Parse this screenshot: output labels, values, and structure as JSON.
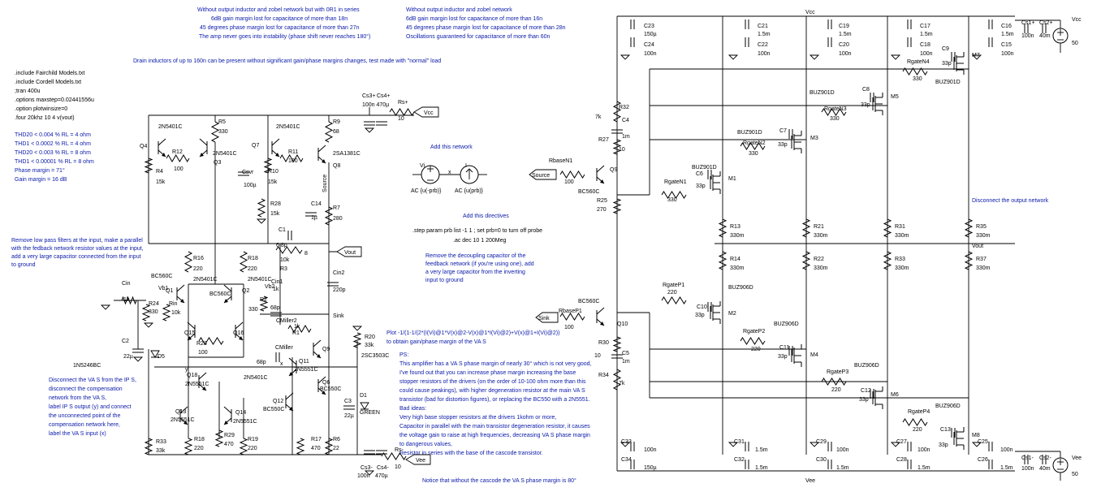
{
  "notes": {
    "top_mid": [
      "Without output inductor and zobel network but with 0R1 in series",
      "6dB gain margin lost for capacitance of more than 18n",
      "45 degrees phase margin lost for capacitance of more than 27n",
      "The amp never goes into instability (phase shift never reaches 180°)"
    ],
    "top_right": [
      "Without output inductor and zobel network",
      "6dB gain margin lost for capacitance of more than 16n",
      "45 degrees phase margin lost for capacitance of more than 28n",
      "Oscillations guaranteed for capacitance of more than 60n"
    ],
    "drain": "Drain inductors of up to 160n can be present without significant gain/phase margins changes, test made with \"normal\" load",
    "directives": [
      ".include Fairchild Models.txt",
      ".include Cordell Models.txt",
      ";tran 400u",
      ".options maxstep=0.02441556u",
      ".option plotwinsize=0",
      ".four 20khz 10 4 v(vout)"
    ],
    "thd": [
      "THD20 < 0.004 % RL = 4 ohm",
      "THD1 < 0.0002 % RL = 4 ohm",
      "THD20 < 0.003 % RL = 8 ohm",
      "THD1 < 0.00001 % RL = 8 ohm",
      "Phase margin = 71°",
      "Gain margin = 16 dB"
    ],
    "left_mid": [
      "Remove low pass filters at the input, make a parallel",
      "with the fedback network resistor values at the input,",
      "add a very large capacitor connected from the input",
      "to ground"
    ],
    "left_low": [
      "Disconnect the VA S from the IP S,",
      "disconnect the compensation",
      "network from the VA S,",
      "label IP S output (y) and connect",
      "the unconnected point of the",
      "compensation network here,",
      "label the VA S input (x)"
    ],
    "add_network": "Add this network",
    "add_directives": "Add this directives",
    "step": ".step param prb list -1 1 ; set prb=0 to turn off probe",
    "ac": ".ac dec 10 1 200Meg",
    "decoupling": [
      "Remove the decoupling capacitor of the",
      "feedback network (if you're using one), add",
      "a very large capacitor from the inverting",
      "input to ground"
    ],
    "plot": "Plot -1/(1-1/(2*(I(Vi)@1*V(x)@2-V(x)@1*I(Vi)@2)+V(x)@1+I(Vi)@2))",
    "plot2": "to obtain gain/phase margin of the VA S",
    "ps": [
      "PS:",
      "This amplifier has a VA S phase margin of nearly 30° which is not very good,",
      "I've found out that you can increase phase margin increasing the base",
      "stopper resistors of the drivers (on the order of 10-100 ohm more than this",
      "could cause peakings), with higher degeneration resistor at the main VA S",
      "transistor (bad for distortion figures), or replacing the BC550 with a 2N5551.",
      "Bad ideas:",
      "Very high base stopper resistors at the drivers 1kohm or more,",
      "Capacitor in parallel with the main transistor degeneration resistor, it causes",
      "the voltage gain to raise at high frequencies, decreasing VA S phase margin",
      "to dangerous values,",
      "Resistor in series with the base of the cascode transistor."
    ],
    "disconnect_out": "Disconnect the output network",
    "bottom": "Notice that without the cascode the VA S phase margin is 80°"
  },
  "labels": {
    "vcc": "Vcc",
    "vee": "Vee",
    "vout": "Vout",
    "source": "Source",
    "sink": "Sink",
    "y": "y",
    "x": "x",
    "ac_vi": "AC {u(-prb)}",
    "ac_i": "AC {u(prb)}",
    "vi": "Vi",
    "i": "I",
    "v_five": "50",
    "q4": "Q4",
    "q4t": "2N5401C",
    "r12": "R12",
    "r12v": "100",
    "q3": "Q3",
    "q3t": "2N5401C",
    "r4": "R4",
    "r4v": "15k",
    "r5": "R5",
    "r5v": "330",
    "q7": "Q7",
    "q7t": "2N5401C",
    "r11": "R11",
    "r11v": "100",
    "r10": "R10",
    "r10v": "15k",
    "r9": "R9",
    "r9v": "68",
    "q8": "Q8",
    "q8t": "2SA1381C",
    "csvr": "Csvr",
    "csvrv": "100µ",
    "r28": "R28",
    "r28v": "15k",
    "c14": "C14",
    "c14v": "1µ",
    "r7": "R7",
    "r7v": "280",
    "src_lbl": "Source",
    "cs3": "Cs3+",
    "cs4": "Cs4+",
    "cs34v": "100n 470µ",
    "rsp": "Rs+",
    "rspv": "10",
    "c1": "C1",
    "c1v": "6.8p",
    "r3": "R3",
    "r3v": "10k",
    "r3b": "8",
    "r16": "R16",
    "r16v": "220",
    "q1t": "2N5401C",
    "r18b": "R18",
    "r18bv": "220",
    "q2t": "2N5401C",
    "bc1": "BC560C",
    "bc2": "BC560C",
    "cin": "Cin",
    "cinv": "1k",
    "vb1": "Vb1",
    "q1": "Q1",
    "r24": "R24",
    "r24v": "330",
    "rin": "Rin",
    "rinv": "10k",
    "q2": "Q2",
    "vb2": "Vb2",
    "cin1": "Cin1",
    "cin1v": "1k",
    "r2": "R2",
    "r2v": "330",
    "c2p": "68p",
    "cin2": "Cin2",
    "cin2v": "220p",
    "sink_lbl": "Sink",
    "cmiller2": "CMiller2",
    "cm2v": "1k",
    "r1": "R1",
    "cmiller": "CMiller",
    "cmv": "68p",
    "r20": "R20",
    "r20v": "33k",
    "q15": "Q15",
    "q16": "Q16",
    "r23": "R23",
    "r23v": "100",
    "q11": "Q11",
    "q11t": "2N5551C",
    "q9b": "Q9",
    "q6": "Q6",
    "bc550": "BC550C",
    "t2sc": "2SC3503C",
    "c2": "C2",
    "c2v": "22µ",
    "d5": "D5",
    "d5t": "1N5246BC",
    "q18": "Q18",
    "q18t": "2N5551C",
    "q13": "Q13",
    "q13t": "2N5551C",
    "q14": "Q14",
    "q14t": "2N5551C",
    "q12": "Q12",
    "q12t": "BC550C",
    "q2n": "2N5401C",
    "c3": "C3",
    "c3v": "22µ",
    "d1": "D1",
    "d1t": "GREEN",
    "r33": "R33",
    "r33v": "33k",
    "r18": "R18",
    "r18v": "220",
    "r29": "R29",
    "r29v": "470",
    "r19": "R19",
    "r19v": "220",
    "r17": "R17",
    "r17v": "470",
    "r6": "R6",
    "r6v": "22",
    "cs3m": "Cs3-",
    "cs4m": "Cs4-",
    "cs3mv": "100n",
    "cs4mv": "470µ",
    "rsm": "Rs-",
    "rsmv": "10",
    "c23": "C23",
    "c23v": "150µ",
    "c24": "C24",
    "c24v": "100n",
    "c21": "C21",
    "c21v": "1.5m",
    "c22": "C22",
    "c22v": "100n",
    "c19": "C19",
    "c19v": "1.5m",
    "c20": "C20",
    "c20v": "100n",
    "c17": "C17",
    "c17v": "1.5m",
    "c18": "C18",
    "c18v": "100n",
    "c16": "C16",
    "c16v": "1.5m",
    "c15": "C15",
    "c15v": "100n",
    "cs1p": "Cs1+",
    "cs2p": "Cs2+",
    "cs1pv": "100n",
    "cs2pv": "40m",
    "vcc2": "Vcc",
    "vcc2v": "50",
    "r32": "R32",
    "r32v": "7k",
    "c4": "C4",
    "c4v": "1m",
    "r27": "R27",
    "r27v": "10",
    "rbn1": "RbaseN1",
    "rbn1v": "100",
    "q9": "Q9",
    "bc560": "BC560C",
    "r25": "R25",
    "r25v": "270",
    "rgn1": "RgateN1",
    "rgn1v": "330",
    "c6": "C6",
    "c6v": "33p",
    "m1": "M1",
    "m1t": "BUZ901D",
    "rgn2": "RgateN2",
    "rgn2v": "330",
    "c7": "C7",
    "c7v": "33p",
    "m3": "M3",
    "m3t": "BUZ901D",
    "rgn3": "RgateN3",
    "rgn3v": "330",
    "c8": "C8",
    "c8v": "33p",
    "m5": "M5",
    "m5t": "BUZ901D",
    "rgn4": "RgateN4",
    "rgn4v": "330",
    "c9": "C9",
    "c9v": "33p",
    "m7": "M7",
    "m7t": "BUZ901D",
    "r13": "R13",
    "r13v": "330m",
    "r21": "R21",
    "r21v": "330m",
    "r31": "R31",
    "r31v": "330m",
    "r35": "R35",
    "r35v": "330m",
    "r14": "R14",
    "r14v": "330m",
    "r22": "R22",
    "r22v": "330m",
    "r33b": "R33",
    "r33bv": "330m",
    "r37": "R37",
    "r37v": "330m",
    "vout2": "Vout",
    "bc560b": "BC560C",
    "rbp1": "RbaseP1",
    "rbp1v": "100",
    "q10": "Q10",
    "r30": "R30",
    "r30v": "10",
    "c5": "C5",
    "c5v": "1m",
    "r34": "R34",
    "r34v": "7k",
    "r10b": "10",
    "rgp1": "RgateP1",
    "rgp1v": "220",
    "c10": "C10",
    "c10v": "33p",
    "m2": "M2",
    "m2t": "BUZ906D",
    "rgp2": "RgateP2",
    "rgp2v": "220",
    "c11": "C11",
    "c11v": "33p",
    "m4": "M4",
    "m4t": "BUZ906D",
    "rgp3": "RgateP3",
    "rgp3v": "220",
    "c12": "C12",
    "c12v": "33p",
    "m6": "M6",
    "m6t": "BUZ906D",
    "rgp4": "RgateP4",
    "rgp4v": "220",
    "c13": "C13",
    "c13v": "33p",
    "m8": "M8",
    "m8t": "BUZ906D",
    "c33": "C33",
    "c33v": "100n",
    "c34": "C34",
    "c34v": "150µ",
    "c31": "C31",
    "c31v": "1.5m",
    "c32": "C32",
    "c32v": "1.5m",
    "c29": "C29",
    "c29v": "100n",
    "c30": "C30",
    "c30v": "1.5m",
    "c27": "C27",
    "c27v": "100n",
    "c28": "C28",
    "c28v": "1.5m",
    "c25": "C25",
    "c25v": "100n",
    "c26": "C26",
    "c26v": "1.5m",
    "cs1m": "Cs1-",
    "cs2m": "Cs2-",
    "cs1mv": "100n",
    "cs2mv": "40m",
    "vee2": "Vee",
    "vee2v": "50"
  }
}
